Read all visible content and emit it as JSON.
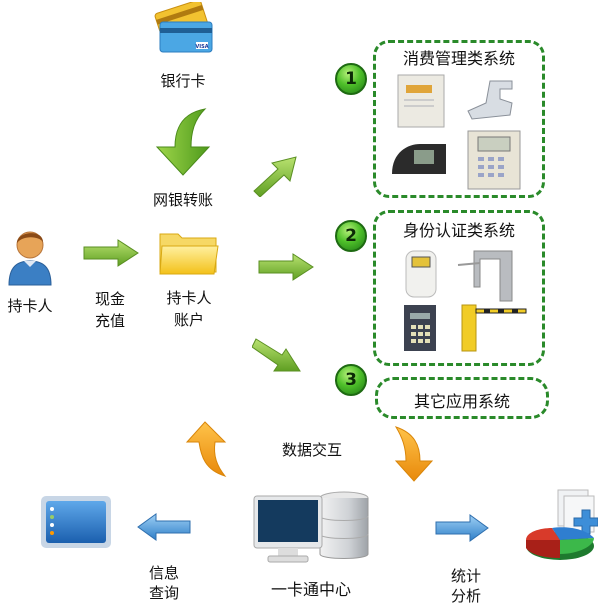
{
  "nodes": {
    "bank_card": {
      "label": "银行卡",
      "icon": "credit-card-icon"
    },
    "online_transfer": {
      "label": "网银转账",
      "icon": "down-arrow-icon"
    },
    "cardholder": {
      "label": "持卡人",
      "icon": "person-icon"
    },
    "cash_recharge": {
      "label_line1": "现金",
      "label_line2": "充值",
      "icon": "right-arrow-icon"
    },
    "cardholder_account": {
      "label_line1": "持卡人",
      "label_line2": "账户",
      "icon": "folder-icon"
    },
    "data_exchange": {
      "label": "数据交互"
    },
    "center": {
      "label": "一卡通中心",
      "icon": "computer-database-icon"
    },
    "info_query": {
      "label_line1": "信息",
      "label_line2": "查询",
      "icon": "desktop-screen-icon"
    },
    "stats_analysis": {
      "label_line1": "统计",
      "label_line2": "分析",
      "icon": "pie-chart-icon"
    }
  },
  "systems": [
    {
      "number": "1",
      "title": "消费管理类系统",
      "devices": [
        "card-reader-box-icon",
        "faucet-icon",
        "pos-terminal-icon",
        "keypad-terminal-icon"
      ]
    },
    {
      "number": "2",
      "title": "身份认证类系统",
      "devices": [
        "id-reader-icon",
        "turnstile-icon",
        "access-keypad-icon",
        "barrier-gate-icon"
      ]
    },
    {
      "number": "3",
      "title": "其它应用系统",
      "devices": []
    }
  ],
  "colors": {
    "dashed_border": "#2a8a2a",
    "badge_green": "#4fc02a",
    "arrow_green": "#7ec233",
    "arrow_orange": "#f5a11a",
    "arrow_blue": "#3b8fd8"
  }
}
